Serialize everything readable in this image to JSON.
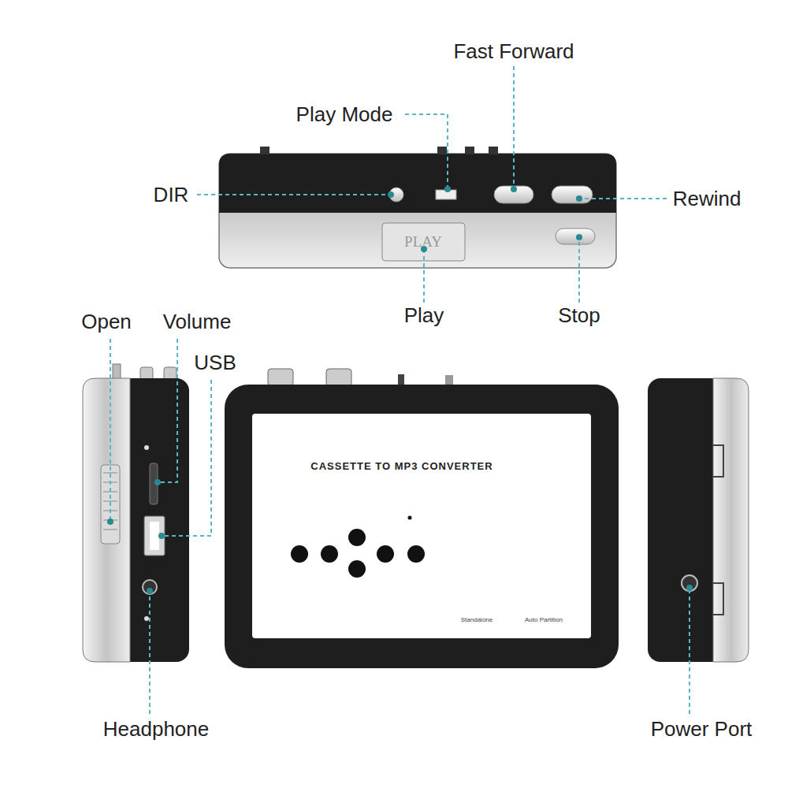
{
  "diagram": {
    "labels": [
      "Fast Forward",
      "Play Mode",
      "DIR",
      "Rewind",
      "PLAY",
      "Play",
      "Stop",
      "Open",
      "Volume",
      "USB",
      "CASSETTE TO MP3 CONVERTER",
      "Standalone",
      "Auto Partition",
      "Headphone",
      "Power Port"
    ]
  }
}
